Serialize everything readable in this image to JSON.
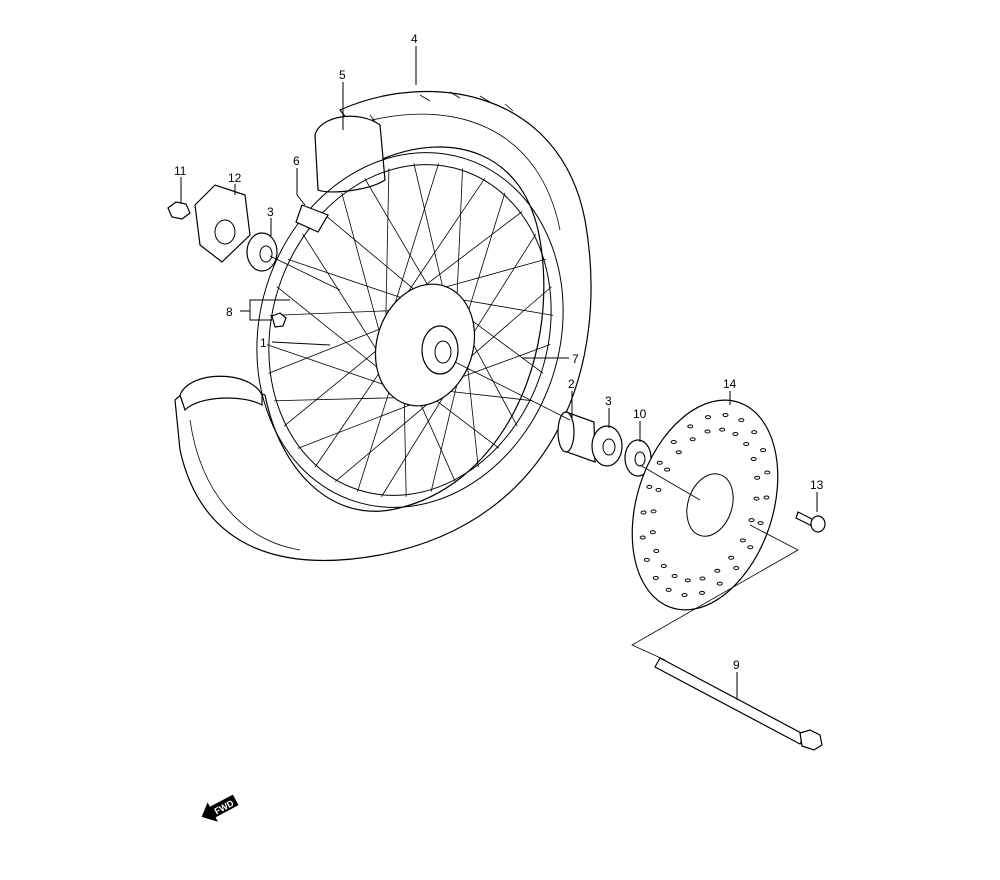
{
  "title": "Front Wheel",
  "callouts": {
    "p1": "1",
    "p2": "2",
    "p3a": "3",
    "p3b": "3",
    "p4": "4",
    "p5": "5",
    "p6": "6",
    "p7": "7",
    "p8": "8",
    "p9": "9",
    "p10": "10",
    "p11": "11",
    "p12": "12",
    "p13": "13",
    "p14": "14"
  },
  "fwd_label": "FWD"
}
